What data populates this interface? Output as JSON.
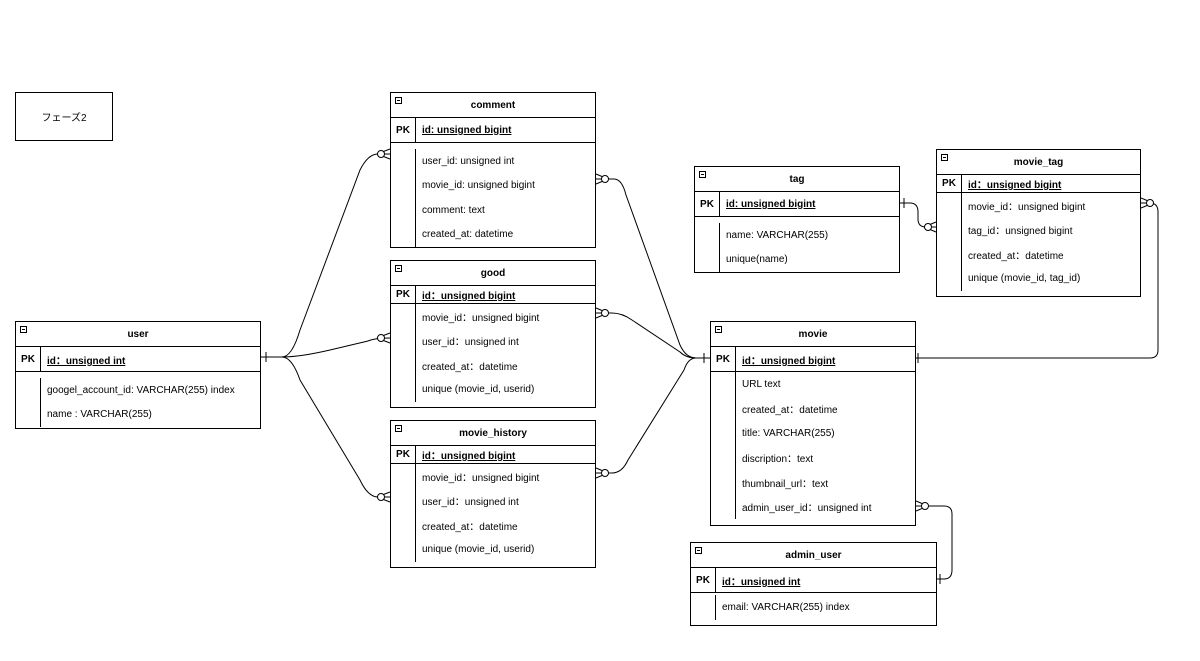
{
  "note": {
    "text": "フェーズ2"
  },
  "entities": {
    "comment": {
      "title": "comment",
      "pk_label": "PK",
      "pk": "id: unsigned bigint",
      "attrs": [
        "user_id: unsigned int",
        "movie_id: unsigned bigint",
        "comment: text",
        "created_at:  datetime"
      ]
    },
    "good": {
      "title": "good",
      "pk_label": "PK",
      "pk": "id：unsigned bigint",
      "attrs": [
        "movie_id：unsigned bigint",
        "user_id：unsigned int",
        "created_at：datetime",
        "unique (movie_id, userid)"
      ]
    },
    "movie_history": {
      "title": "movie_history",
      "pk_label": "PK",
      "pk": "id：unsigned bigint",
      "attrs": [
        "movie_id：unsigned bigint",
        "user_id：unsigned int",
        "created_at：datetime",
        "unique (movie_id, userid)"
      ]
    },
    "user": {
      "title": "user",
      "pk_label": "PK",
      "pk": "id：unsigned int",
      "attrs": [
        "googel_account_id: VARCHAR(255) index",
        "name : VARCHAR(255)"
      ]
    },
    "tag": {
      "title": "tag",
      "pk_label": "PK",
      "pk": "id: unsigned bigint",
      "attrs": [
        "name: VARCHAR(255)",
        "unique(name)"
      ]
    },
    "movie_tag": {
      "title": "movie_tag",
      "pk_label": "PK",
      "pk": "id：unsigned bigint",
      "attrs": [
        "movie_id：unsigned bigint",
        "tag_id：unsigned bigint",
        "created_at：datetime",
        "unique (movie_id, tag_id)"
      ]
    },
    "movie": {
      "title": "movie",
      "pk_label": "PK",
      "pk": "id：unsigned bigint",
      "attrs": [
        "URL text",
        "created_at：datetime",
        "title: VARCHAR(255)",
        "discription：text",
        "thumbnail_url：text",
        "admin_user_id：unsigned int"
      ]
    },
    "admin_user": {
      "title": "admin_user",
      "pk_label": "PK",
      "pk": "id：unsigned int",
      "attrs": [
        "email: VARCHAR(255) index"
      ]
    }
  }
}
